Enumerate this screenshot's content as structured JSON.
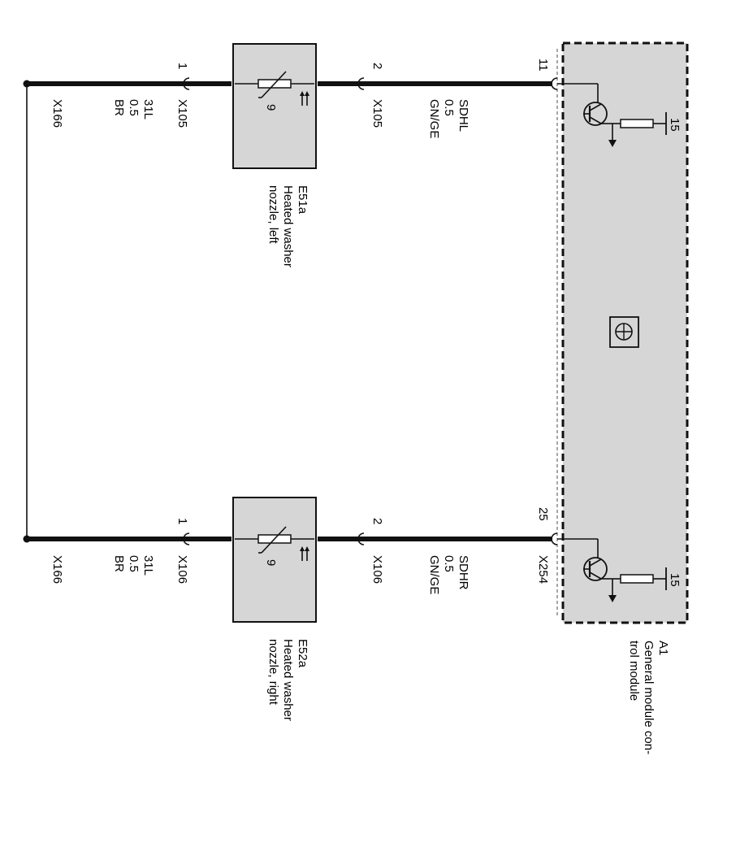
{
  "module": {
    "id": "A1",
    "name_line1": "General module con-",
    "name_line2": "trol module",
    "connector": "X254",
    "pin_left": "11",
    "pin_right": "25",
    "supply_left": "15",
    "supply_right": "15"
  },
  "left_circuit": {
    "signal": "SDHL",
    "size": "0.5",
    "color": "GN/GE",
    "pin_a": "2",
    "connector_a": "X105",
    "component_id": "E51a",
    "component_line1": "Heated washer",
    "component_line2": "nozzle, left",
    "pin_b": "1",
    "connector_b": "X105",
    "ground_signal": "31L",
    "ground_size": "0.5",
    "ground_color": "BR",
    "ground_connector": "X166"
  },
  "right_circuit": {
    "signal": "SDHR",
    "size": "0.5",
    "color": "GN/GE",
    "pin_a": "2",
    "connector_a": "X106",
    "component_id": "E52a",
    "component_line1": "Heated washer",
    "component_line2": "nozzle, right",
    "pin_b": "1",
    "connector_b": "X106",
    "ground_signal": "31L",
    "ground_size": "0.5",
    "ground_color": "BR",
    "ground_connector": "X166"
  }
}
